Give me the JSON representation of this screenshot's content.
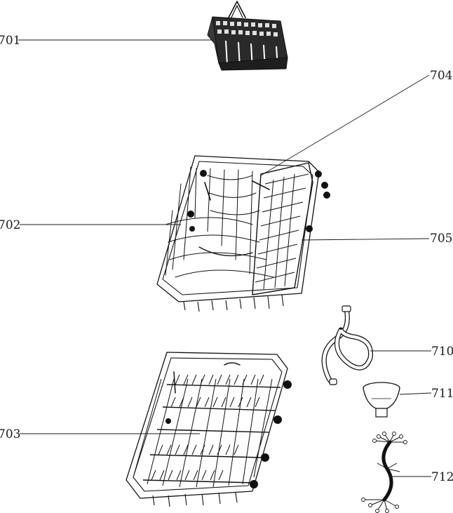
{
  "diagram": {
    "type": "exploded-parts-view",
    "colors": {
      "line": "#1a1a1a",
      "background": "#ffffff"
    },
    "callouts": [
      {
        "id": "701",
        "label": "701",
        "part": "cutlery-basket"
      },
      {
        "id": "702",
        "label": "702",
        "part": "upper-rack"
      },
      {
        "id": "704",
        "label": "704",
        "part": "upper-rack-rail-clip"
      },
      {
        "id": "705",
        "label": "705",
        "part": "upper-rack-adjuster-rail"
      },
      {
        "id": "703",
        "label": "703",
        "part": "lower-rack"
      },
      {
        "id": "710",
        "label": "710",
        "part": "drain-hose"
      },
      {
        "id": "711",
        "label": "711",
        "part": "salt-cap"
      },
      {
        "id": "712",
        "label": "712",
        "part": "wiring-harness"
      }
    ]
  }
}
